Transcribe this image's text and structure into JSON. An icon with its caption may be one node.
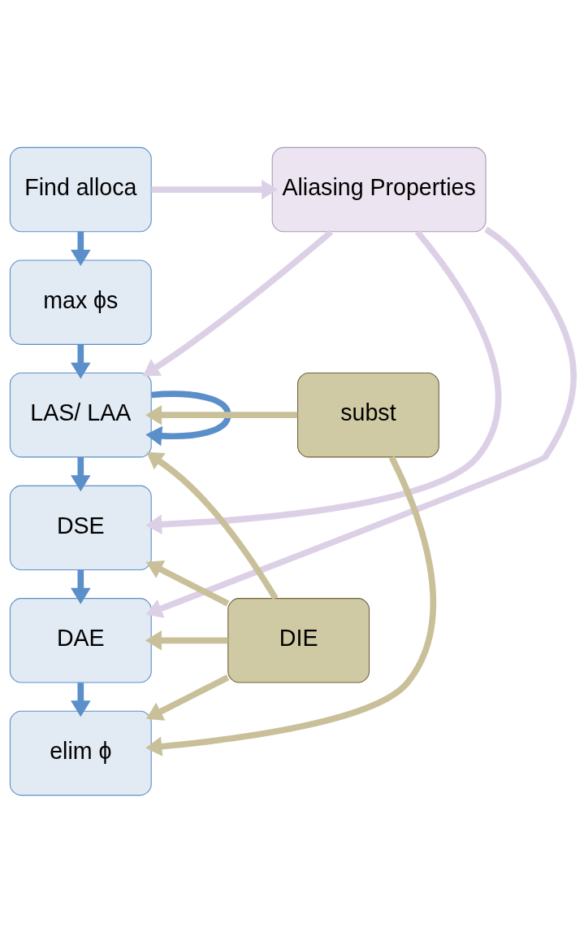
{
  "diagram": {
    "nodes": [
      {
        "text": [
          "Find alloca"
        ]
      },
      {
        "text": [
          "max ϕs"
        ]
      },
      {
        "text": [
          "LAS/ LAA"
        ]
      },
      {
        "text": [
          "DSE"
        ]
      },
      {
        "text": [
          "DAE"
        ]
      },
      {
        "text": [
          "elim ϕ"
        ]
      },
      {
        "text": [
          "Aliasing Properties"
        ]
      },
      {
        "text": [
          "subst"
        ]
      },
      {
        "text": [
          "DIE"
        ]
      }
    ],
    "edges": [
      {
        "from": 0,
        "to": 1,
        "arrow": "to",
        "color": "#5b8fc9"
      },
      {
        "from": 1,
        "to": 2,
        "arrow": "to",
        "color": "#5b8fc9"
      },
      {
        "from": 2,
        "to": 3,
        "arrow": "to",
        "color": "#5b8fc9"
      },
      {
        "from": 3,
        "to": 4,
        "arrow": "to",
        "color": "#5b8fc9"
      },
      {
        "from": 4,
        "to": 5,
        "arrow": "to",
        "color": "#5b8fc9"
      },
      {
        "from": 2,
        "to": 2,
        "arrow": "to",
        "color": "#5b8fc9"
      },
      {
        "from": 0,
        "to": 6,
        "arrow": "to",
        "color": "#dcd0e6"
      },
      {
        "from": 6,
        "to": 2,
        "arrow": "to",
        "color": "#dcd0e6"
      },
      {
        "from": 6,
        "to": 3,
        "arrow": "to",
        "color": "#dcd0e6"
      },
      {
        "from": 6,
        "to": 4,
        "arrow": "to",
        "color": "#dcd0e6"
      },
      {
        "from": 7,
        "to": 2,
        "arrow": "to",
        "color": "#c9c09a"
      },
      {
        "from": 7,
        "to": 5,
        "arrow": "to",
        "color": "#c9c09a"
      },
      {
        "from": 8,
        "to": 2,
        "arrow": "to",
        "color": "#c9c09a"
      },
      {
        "from": 8,
        "to": 3,
        "arrow": "to",
        "color": "#c9c09a"
      },
      {
        "from": 8,
        "to": 4,
        "arrow": "to",
        "color": "#c9c09a"
      },
      {
        "from": 8,
        "to": 5,
        "arrow": "to",
        "color": "#c9c09a"
      }
    ]
  }
}
